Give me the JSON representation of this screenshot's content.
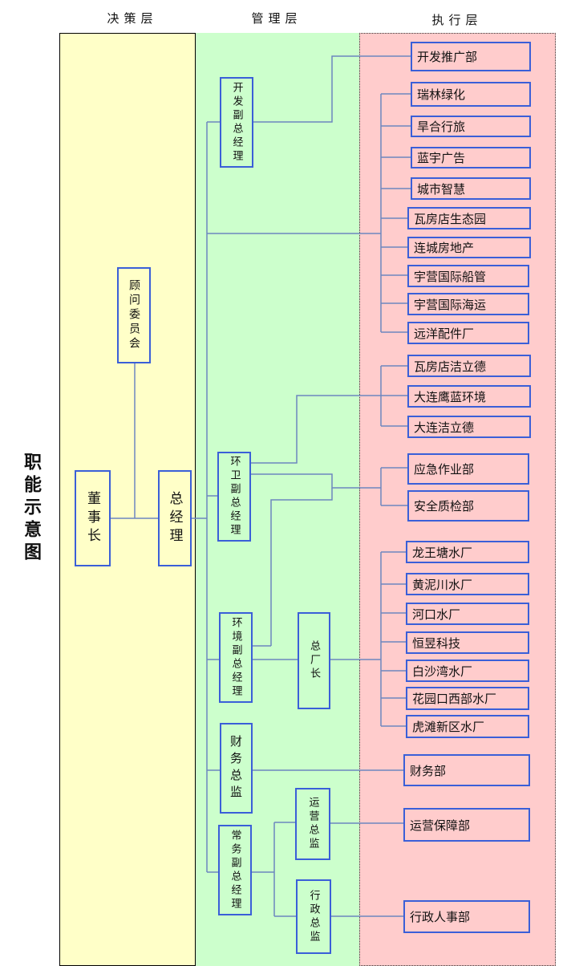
{
  "title": "职能示意图",
  "layers": {
    "decision": "决策层",
    "management": "管理层",
    "execution": "执行层"
  },
  "colors": {
    "decision_band": "#ffffc8",
    "management_band": "#ccffcc",
    "execution_band": "#ffcccc",
    "box_border": "#3a5fd8",
    "connector": "#6d86bf"
  },
  "decision": {
    "chairman": "董事长",
    "advisory": "顾问委员会",
    "gm": "总经理"
  },
  "management": {
    "dev_vp": "开发副总经理",
    "san_vp": "环卫副总经理",
    "env_vp": "环境副总经理",
    "plant_head": "总厂长",
    "cfo": "财务总监",
    "exec_vp": "常务副总经理",
    "ops_dir": "运营总监",
    "admin_dir": "行政总监"
  },
  "execution": {
    "dev_promo": "开发推广部",
    "ruilin": "瑞林绿化",
    "hanhe": "旱合行旅",
    "lanyu_ad": "蓝宇广告",
    "city_smart": "城市智慧",
    "wafang_eco": "瓦房店生态园",
    "liancheng": "连城房地产",
    "yuying_ship": "宇营国际船管",
    "yuying_sea": "宇营国际海运",
    "yuanyang": "远洋配件厂",
    "wafang_jld": "瓦房店洁立德",
    "dl_yinglan": "大连鹰蓝环境",
    "dl_jld": "大连洁立德",
    "emergency": "应急作业部",
    "safety": "安全质检部",
    "longwang": "龙王塘水厂",
    "huangni": "黄泥川水厂",
    "hekou": "河口水厂",
    "hengyu": "恒昱科技",
    "baisha": "白沙湾水厂",
    "huayuan": "花园口西部水厂",
    "hutan": "虎滩新区水厂",
    "finance": "财务部",
    "ops_support": "运营保障部",
    "admin_hr": "行政人事部"
  }
}
